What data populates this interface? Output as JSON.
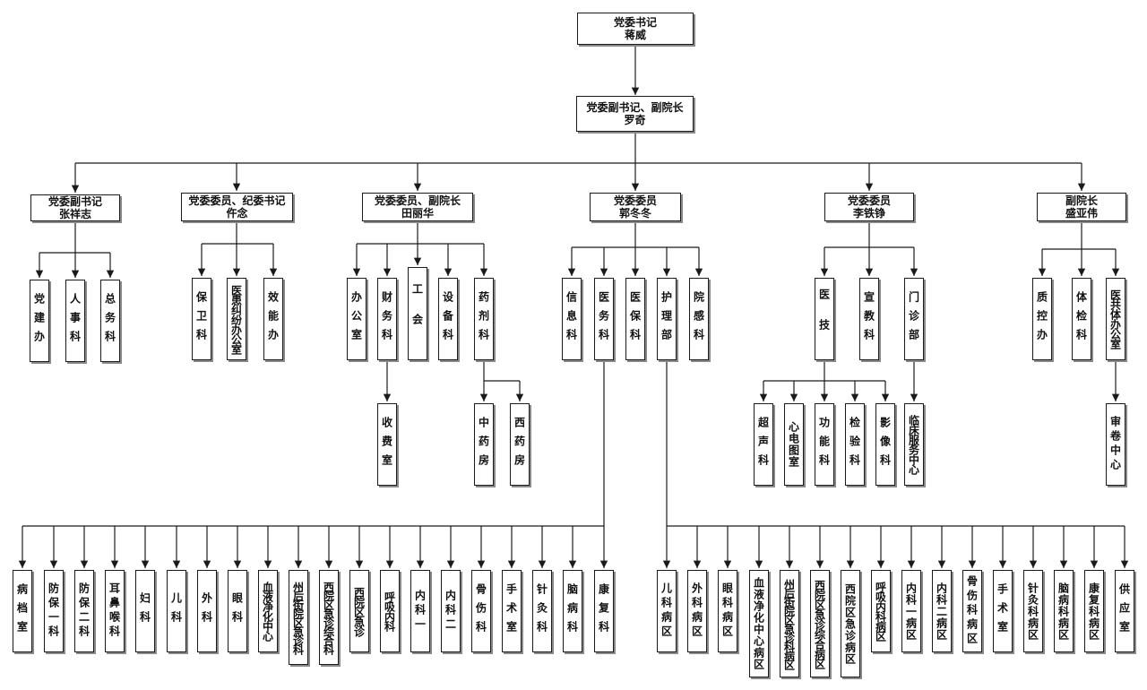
{
  "top": {
    "title": "党委书记",
    "name": "蒋威"
  },
  "deputy": {
    "title": "党委副书记、副院长",
    "name": "罗奇"
  },
  "leaders": [
    {
      "title": "党委副书记",
      "name": "张祥志",
      "depts": [
        "党建办",
        "人事科",
        "总务科"
      ]
    },
    {
      "title": "党委委员、纪委书记",
      "name": "仵念",
      "depts": [
        "保卫科",
        "医患纠纷办公室",
        "效能办"
      ]
    },
    {
      "title": "党委委员、副院长",
      "name": "田丽华",
      "depts": [
        "办公室",
        "财务科",
        "工会",
        "设备科",
        "药剂科"
      ],
      "sub_finance": [
        "收费室"
      ],
      "sub_pharmacy": [
        "中药房",
        "西药房"
      ]
    },
    {
      "title": "党委委员",
      "name": "郭冬冬",
      "depts": [
        "信息科",
        "医务科",
        "医保科",
        "护理部",
        "院感科"
      ]
    },
    {
      "title": "党委委员",
      "name": "李铁铮",
      "depts": [
        "医技",
        "宣教科",
        "门诊部"
      ],
      "sub_tech": [
        "超声科",
        "心电图室",
        "功能科",
        "检验科",
        "影像科"
      ],
      "sub_outpatient": [
        "临床服务中心"
      ]
    },
    {
      "title": "副院长",
      "name": "盛亚伟",
      "depts": [
        "质控办",
        "体检科",
        "医共体办公室"
      ],
      "sub_alliance": [
        "审卷中心"
      ]
    }
  ],
  "medical_units": [
    "病档室",
    "防保一科",
    "防保二科",
    "耳鼻喉科",
    "妇科",
    "儿科",
    "外科",
    "眼科",
    "血液净化中心",
    "州后街院区急诊科",
    "西院区急诊综合科",
    "西院区急诊",
    "呼吸内科",
    "内科一",
    "内科二",
    "骨伤科",
    "手术室",
    "针灸科",
    "脑病科",
    "康复科"
  ],
  "nursing_units": [
    "儿科病区",
    "外科病区",
    "眼科病区",
    "血液净化中心病区",
    "州后街院区急诊科病区",
    "西院区急诊综合病区",
    "西院区急诊病区",
    "呼吸内科病区",
    "内科一病区",
    "内科二病区",
    "骨伤科病区",
    "手术室",
    "针灸科病区",
    "脑病科病区",
    "康复科病区",
    "供应室"
  ]
}
